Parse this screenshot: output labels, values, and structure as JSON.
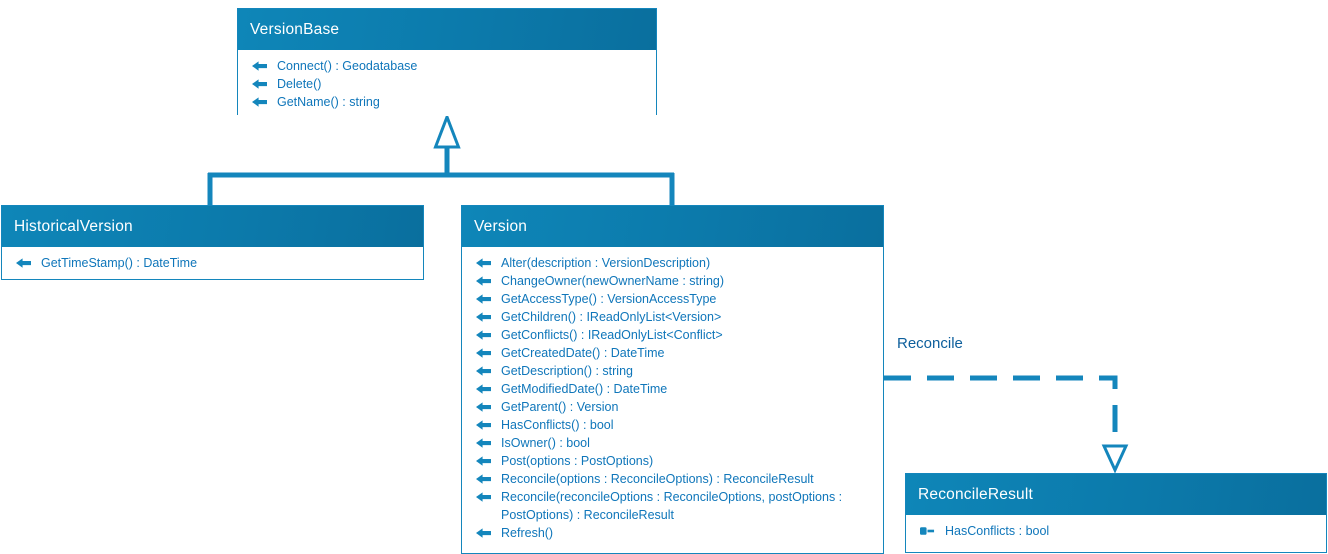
{
  "diagram": {
    "classes": {
      "version_base": {
        "title": "VersionBase",
        "methods": [
          "Connect() : Geodatabase",
          "Delete()",
          "GetName() : string"
        ]
      },
      "historical_version": {
        "title": "HistoricalVersion",
        "methods": [
          "GetTimeStamp() : DateTime"
        ]
      },
      "version": {
        "title": "Version",
        "methods": [
          "Alter(description : VersionDescription)",
          "ChangeOwner(newOwnerName : string)",
          "GetAccessType() : VersionAccessType",
          "GetChildren() : IReadOnlyList<Version>",
          "GetConflicts() : IReadOnlyList<Conflict>",
          "GetCreatedDate() : DateTime",
          "GetDescription() : string",
          "GetModifiedDate() : DateTime",
          "GetParent() : Version",
          "HasConflicts() : bool",
          "IsOwner() : bool",
          "Post(options : PostOptions)",
          "Reconcile(options : ReconcileOptions) : ReconcileResult",
          "Reconcile(reconcileOptions : ReconcileOptions, postOptions : PostOptions) : ReconcileResult",
          "Refresh()"
        ]
      },
      "reconcile_result": {
        "title": "ReconcileResult",
        "properties": [
          "HasConflicts : bool"
        ]
      }
    },
    "labels": {
      "reconcile_association": "Reconcile"
    },
    "colors": {
      "header_blue": "#0c7aab",
      "border_blue": "#1486bc",
      "text_blue": "#0f76ba",
      "connector_blue": "#1486bc"
    },
    "relationships": {
      "inheritance": "HistoricalVersion and Version inherit from VersionBase",
      "association": "Version -- Reconcile --> ReconcileResult (dashed)"
    }
  }
}
